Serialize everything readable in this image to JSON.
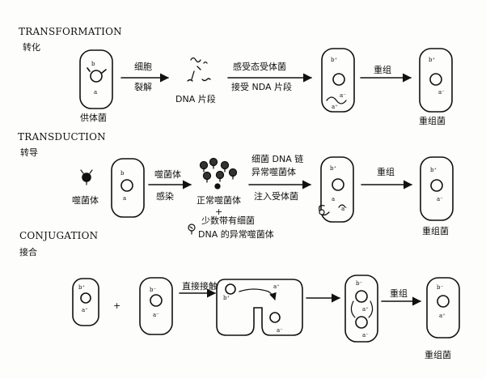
{
  "transformation": {
    "header": "TRANSFORMATION",
    "subheader": "转化",
    "step1_top": "细胞",
    "step1_bottom": "裂解",
    "fragment": "DNA 片段",
    "step2_top": "感受态受体菌",
    "step2_bottom": "接受 NDA 片段",
    "step3": "重组",
    "donor": "供体菌",
    "result": "重组菌"
  },
  "transduction": {
    "header": "TRANSDUCTION",
    "subheader": "转导",
    "phage": "噬菌体",
    "step1_top": "噬菌体",
    "step1_bottom": "感染",
    "normal_phage": "正常噬菌体",
    "plus": "+",
    "few_with": "少数带有细菌",
    "abnormal_phage": "DNA 的异常噬菌体",
    "step2_top_line1": "细菌 DNA 链",
    "step2_top_line2": "异常噬菌体",
    "step2_bottom": "注入受体菌",
    "step3": "重组",
    "result": "重组菌"
  },
  "conjugation": {
    "header": "CONJUGATION",
    "subheader": "接合",
    "plus": "+",
    "step1": "直接接触",
    "step2": "重组",
    "result": "重组菌"
  },
  "allele_labels": {
    "b_plus": "b⁺",
    "b_minus": "b⁻",
    "a_plus": "a⁺",
    "a_minus": "a⁻",
    "b": "b",
    "a": "a"
  }
}
